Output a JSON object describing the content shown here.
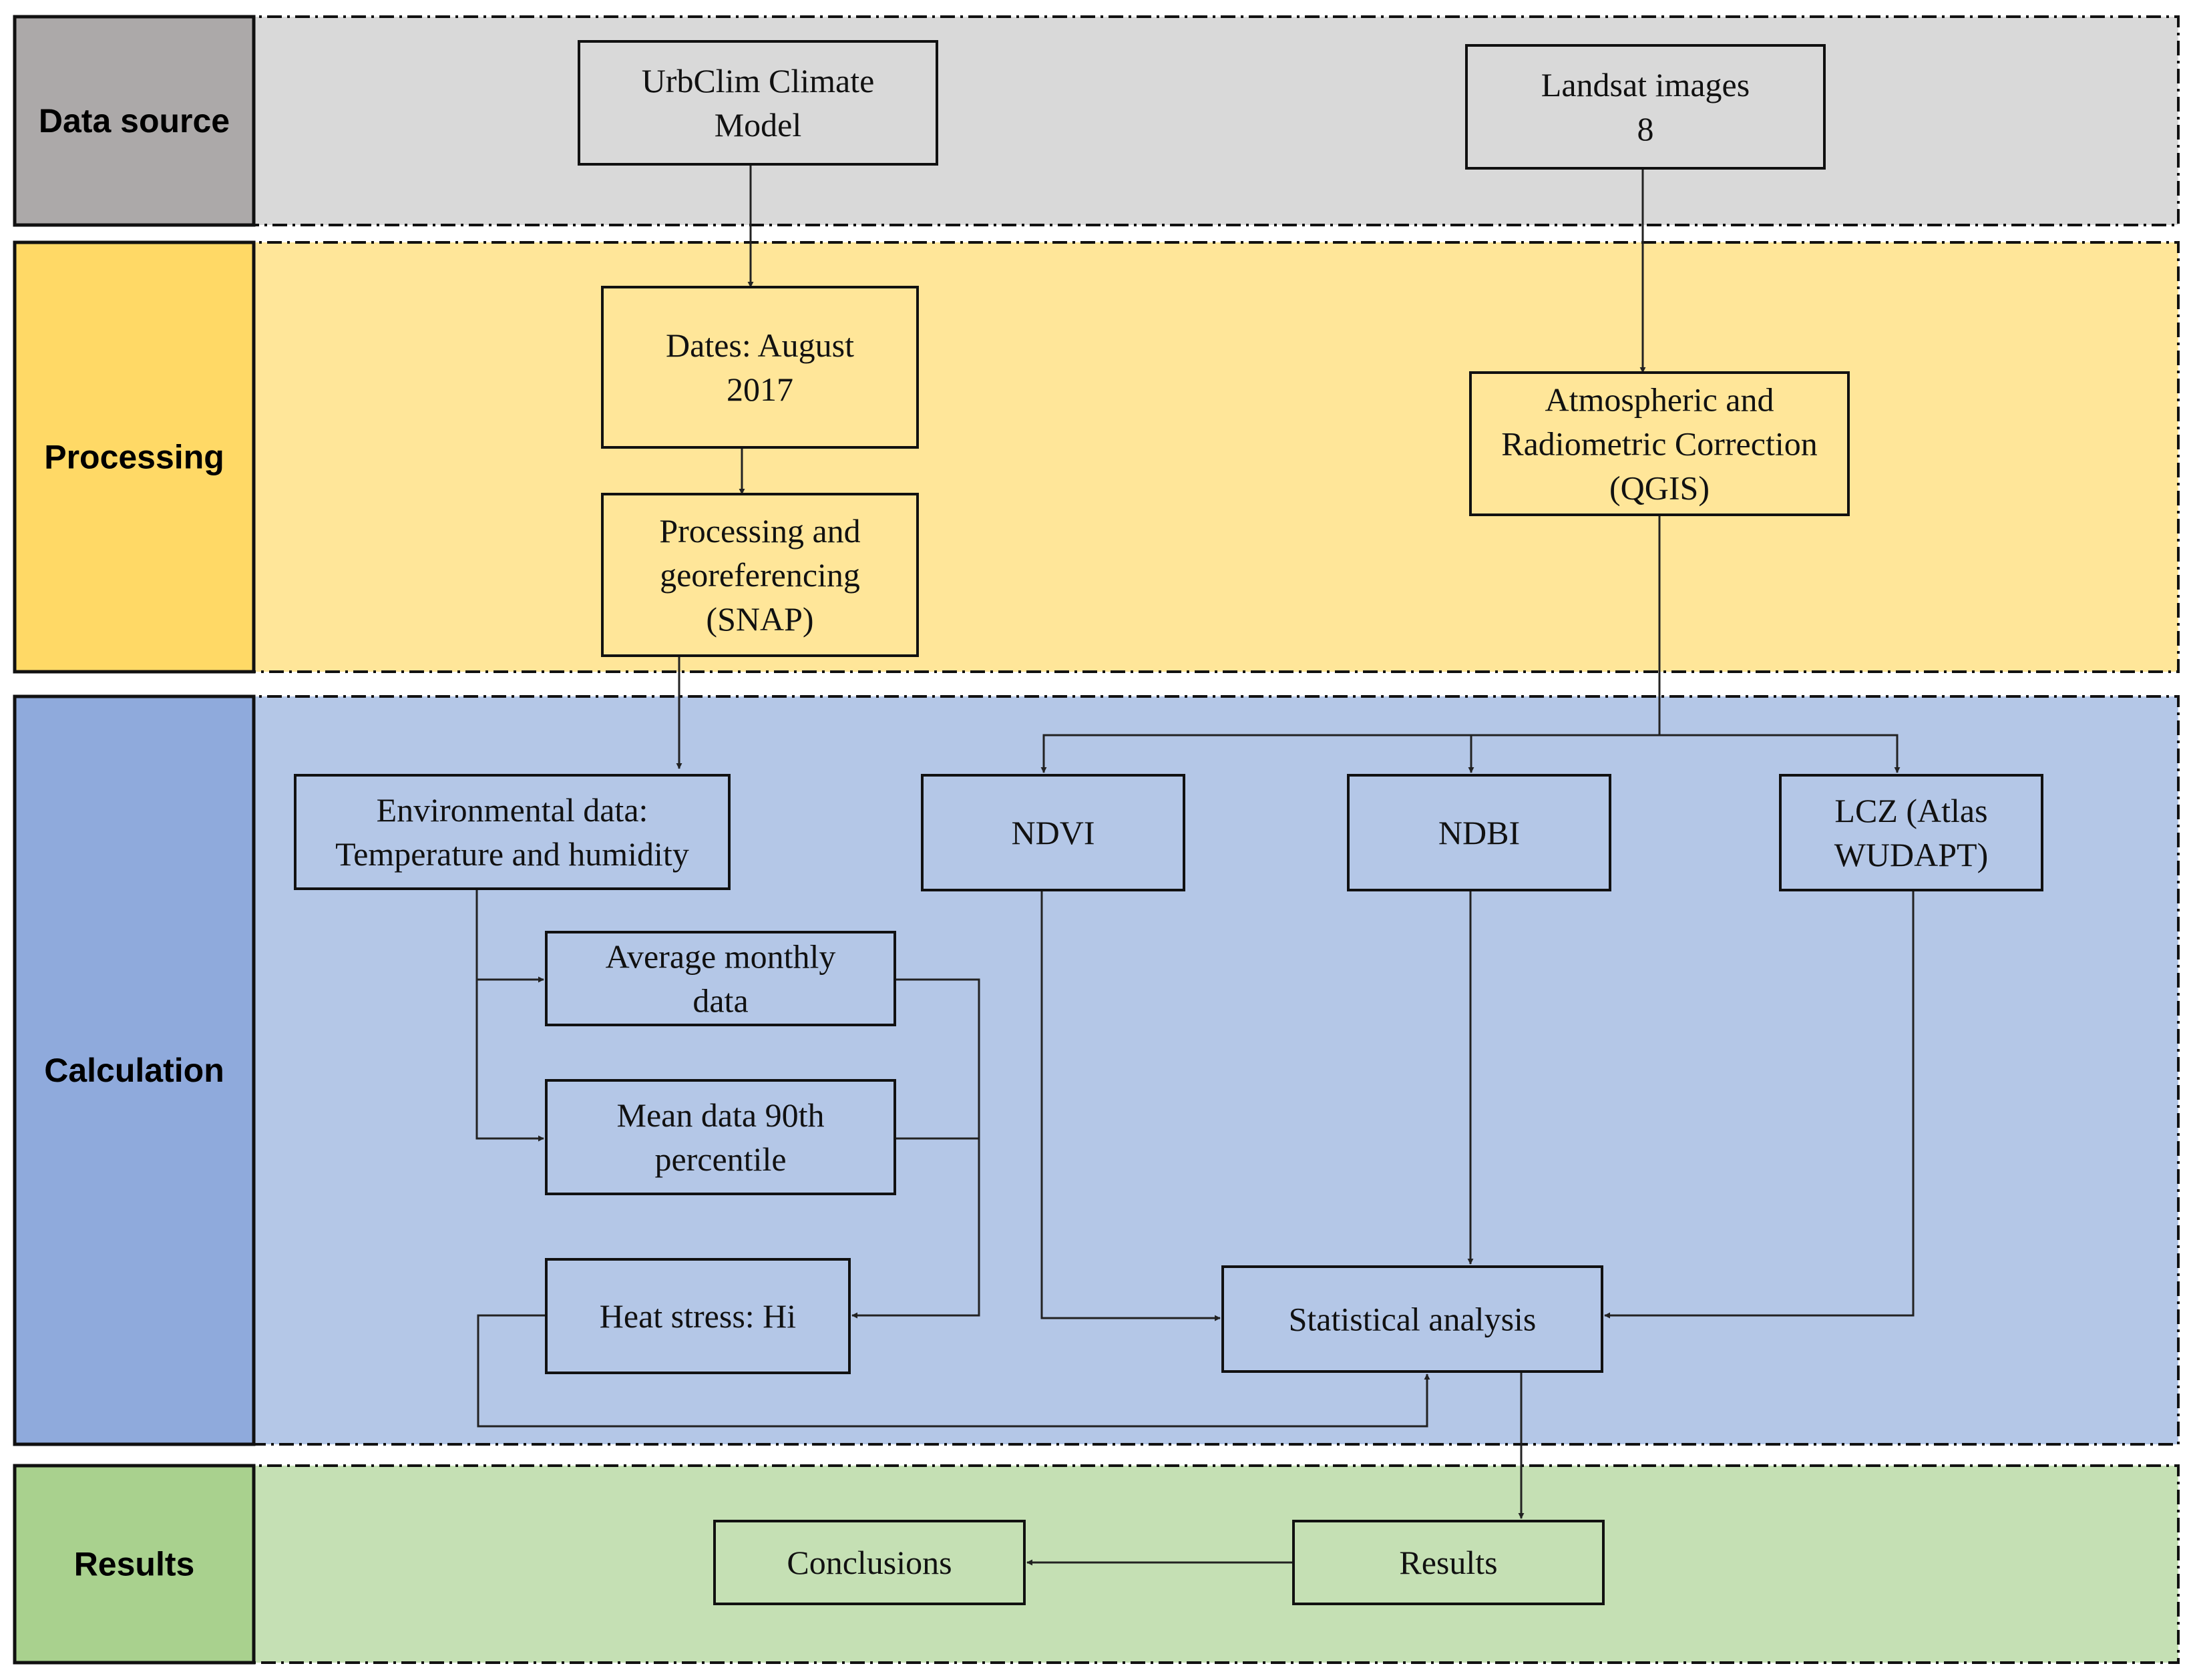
{
  "bands": [
    {
      "id": "data-source",
      "label": "Data source",
      "label_color": "#aca9a9",
      "fill": "#d9d9d9"
    },
    {
      "id": "processing",
      "label": "Processing",
      "label_color": "#ffd966",
      "fill": "#ffe699"
    },
    {
      "id": "calculation",
      "label": "Calculation",
      "label_color": "#8faadc",
      "fill": "#b4c7e7"
    },
    {
      "id": "results",
      "label": "Results",
      "label_color": "#a9d18e",
      "fill": "#c5e0b4"
    }
  ],
  "nodes": {
    "urbclim": [
      "UrbClim Climate",
      "Model"
    ],
    "landsat": [
      "Landsat images",
      "8"
    ],
    "dates": [
      "Dates: August",
      "2017"
    ],
    "atmospheric": [
      "Atmospheric and",
      "Radiometric Correction",
      "(QGIS)"
    ],
    "snap": [
      "Processing and",
      "georeferencing",
      "(SNAP)"
    ],
    "environmental": [
      "Environmental data:",
      "Temperature and humidity"
    ],
    "ndvi": [
      "NDVI"
    ],
    "ndbi": [
      "NDBI"
    ],
    "lcz": [
      "LCZ (Atlas",
      "WUDAPT)"
    ],
    "average": [
      "Average monthly",
      "data"
    ],
    "mean90": [
      "Mean data 90th",
      "percentile"
    ],
    "heat": [
      "Heat stress: Hi"
    ],
    "statistical": [
      "Statistical analysis"
    ],
    "results": [
      "Results"
    ],
    "conclusions": [
      "Conclusions"
    ]
  }
}
